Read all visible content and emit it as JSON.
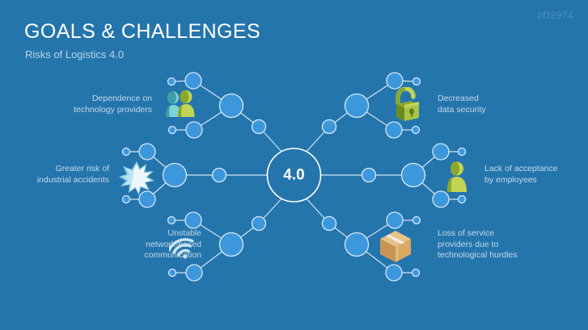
{
  "header": {
    "title": "GOALS & CHALLENGES",
    "subtitle": "Risks of Logistics 4.0",
    "watermark": "#D2974"
  },
  "diagram": {
    "type": "radial-mind-map",
    "center_label": "4.0",
    "branch_count": 6,
    "colors": {
      "background": "#2575ad",
      "node_fill": "#3d97dd",
      "node_stroke": "#d8e9f5",
      "link": "#cfe3f1",
      "center_ring": "#ffffff",
      "label_text": "#c2d9e9",
      "title_text": "#ffffff",
      "subtitle_text": "#b9d3e6",
      "watermark_text": "#4e90c0",
      "icon_green": "#9fb83f",
      "icon_teal": "#5cbcbf",
      "icon_box": "#d9a861",
      "icon_light_blue": "#cfe7f6"
    },
    "branches": [
      {
        "id": "dependence",
        "label": "Dependence on\ntechnology providers",
        "icon": "people-icon",
        "position": "top-left",
        "align": "right"
      },
      {
        "id": "greater-risk",
        "label": "Greater risk of\nindustrial accidents",
        "icon": "explosion-icon",
        "position": "middle-left",
        "align": "right"
      },
      {
        "id": "unstable",
        "label": "Unstable\nnetwork-based\ncommunication",
        "icon": "wifi-signal-icon",
        "position": "bottom-left",
        "align": "right"
      },
      {
        "id": "decreased",
        "label": "Decreased\ndata security",
        "icon": "open-lock-icon",
        "position": "top-right",
        "align": "left"
      },
      {
        "id": "lack",
        "label": "Lack of acceptance\nby employees",
        "icon": "person-icon",
        "position": "middle-right",
        "align": "left"
      },
      {
        "id": "loss",
        "label": "Loss of service\nproviders due to\ntechnological hurdles",
        "icon": "package-box-icon",
        "position": "bottom-right",
        "align": "left"
      }
    ]
  }
}
